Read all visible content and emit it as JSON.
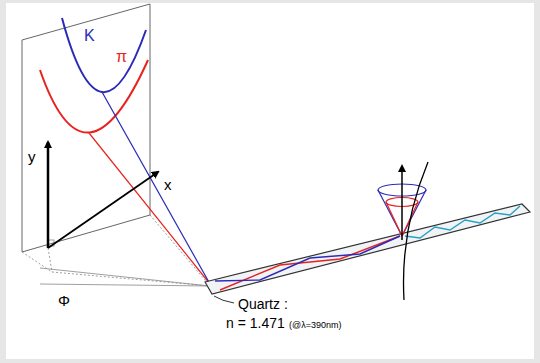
{
  "diagram": {
    "labels": [
      "K",
      "π",
      "y",
      "x",
      "Φ",
      "Quartz :",
      "n = 1.471",
      "(@λ=390nm)"
    ]
  }
}
